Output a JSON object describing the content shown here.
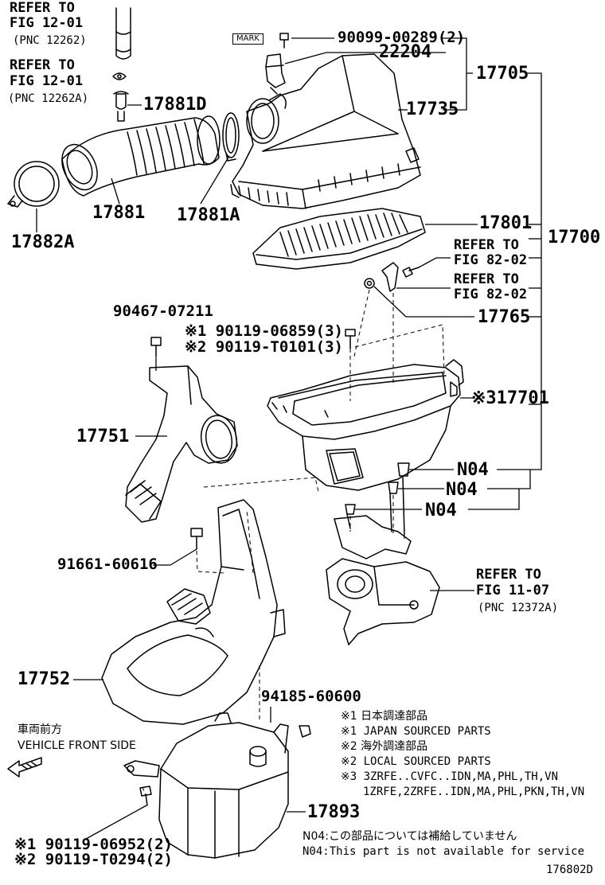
{
  "refs": {
    "fig12_top": {
      "line1": "REFER TO",
      "line2": "FIG 12-01",
      "line3": "(PNC 12262)"
    },
    "fig12_mid": {
      "line1": "REFER TO",
      "line2": "FIG 12-01",
      "line3": "(PNC 12262A)"
    },
    "fig82_a": {
      "line1": "REFER TO",
      "line2": "FIG 82-02"
    },
    "fig82_b": {
      "line1": "REFER TO",
      "line2": "FIG 82-02"
    },
    "fig11": {
      "line1": "REFER TO",
      "line2": "FIG 11-07",
      "line3": "(PNC 12372A)"
    }
  },
  "mark_label": "MARK",
  "parts": {
    "p90099": "90099-00289(2)",
    "p22204": "22204",
    "p17705": "17705",
    "p17735": "17735",
    "p17881D": "17881D",
    "p17881": "17881",
    "p17881A": "17881A",
    "p17882A": "17882A",
    "p17801": "17801",
    "p17700": "17700",
    "p90467": "90467-07211",
    "p90119_06859": "※1 90119-06859(3)",
    "p90119_T0101": "※2 90119-T0101(3)",
    "p17765": "17765",
    "p17701": "※317701",
    "p17751": "17751",
    "n04_1": "N04",
    "n04_2": "N04",
    "n04_3": "N04",
    "p91661": "91661-60616",
    "p17752": "17752",
    "p94185": "94185-60600",
    "p17893": "17893",
    "p90119_06952": "※1 90119-06952(2)",
    "p90119_T0294": "※2 90119-T0294(2)"
  },
  "direction": {
    "jp": "車両前方",
    "en": "VEHICLE FRONT SIDE"
  },
  "legend": [
    "※1 日本調達部品",
    "※1 JAPAN SOURCED PARTS",
    "※2 海外調達部品",
    "※2 LOCAL SOURCED PARTS",
    "※3 3ZRFE..CVFC..IDN,MA,PHL,TH,VN",
    "1ZRFE,2ZRFE..IDN,MA,PHL,PKN,TH,VN"
  ],
  "notes": {
    "jp": "N04:この部品については補給していません",
    "en": "N04:This part is not available for service"
  },
  "figure_id": "176802D"
}
